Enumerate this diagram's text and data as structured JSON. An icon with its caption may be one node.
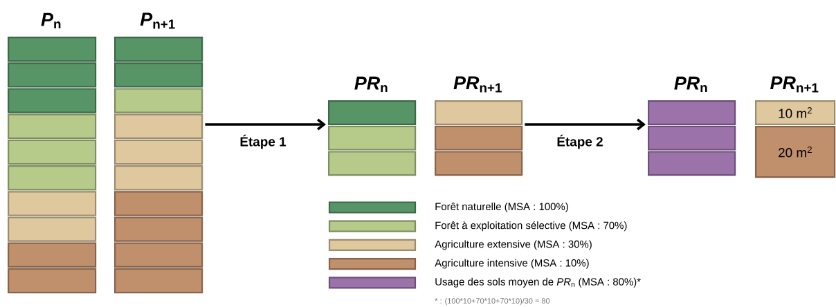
{
  "diagram": {
    "nodes": [
      {
        "text": [
          "*P*$_{n}$"
        ]
      },
      {
        "text": [],
        "shape": "box",
        "in": 0
      },
      {
        "text": [],
        "shape": "box",
        "in": 0
      },
      {
        "text": [],
        "shape": "box",
        "in": 0
      },
      {
        "text": [],
        "shape": "box",
        "in": 0
      },
      {
        "text": [],
        "shape": "box",
        "in": 0
      },
      {
        "text": [],
        "shape": "box",
        "in": 0
      },
      {
        "text": [],
        "shape": "box",
        "in": 0
      },
      {
        "text": [],
        "shape": "box",
        "in": 0
      },
      {
        "text": [],
        "shape": "box",
        "in": 0
      },
      {
        "text": [],
        "shape": "box",
        "in": 0
      },
      {
        "text": [
          "*P*$_{n+1}$"
        ]
      },
      {
        "text": [],
        "shape": "box",
        "in": 11
      },
      {
        "text": [],
        "shape": "box",
        "in": 11
      },
      {
        "text": [],
        "shape": "box",
        "in": 11
      },
      {
        "text": [],
        "shape": "box",
        "in": 11
      },
      {
        "text": [],
        "shape": "box",
        "in": 11
      },
      {
        "text": [],
        "shape": "box",
        "in": 11
      },
      {
        "text": [],
        "shape": "box",
        "in": 11
      },
      {
        "text": [],
        "shape": "box",
        "in": 11
      },
      {
        "text": [],
        "shape": "box",
        "in": 11
      },
      {
        "text": [],
        "shape": "box",
        "in": 11
      },
      {
        "text": [
          "*PR*$_{n}$"
        ]
      },
      {
        "text": [],
        "shape": "box",
        "in": 22
      },
      {
        "text": [],
        "shape": "box",
        "in": 22
      },
      {
        "text": [],
        "shape": "box",
        "in": 22
      },
      {
        "text": [
          "*PR*$_{n+1}$"
        ]
      },
      {
        "text": [],
        "shape": "box",
        "in": 26
      },
      {
        "text": [],
        "shape": "box",
        "in": 26
      },
      {
        "text": [],
        "shape": "box",
        "in": 26
      },
      {
        "text": [
          "*PR*$_{n}$"
        ]
      },
      {
        "text": [],
        "shape": "box",
        "in": 30
      },
      {
        "text": [],
        "shape": "box",
        "in": 30
      },
      {
        "text": [],
        "shape": "box",
        "in": 30
      },
      {
        "text": [
          "*PR*$_{n+1}$"
        ]
      },
      {
        "text": [
          "10 m$^{2}$"
        ],
        "in": 34
      },
      {
        "text": [
          "20 m$^{2}$"
        ],
        "in": 34
      }
    ],
    "edges": [
      {
        "from": 11,
        "to": 22,
        "arrow": "to",
        "label": "Étape 1"
      },
      {
        "from": 26,
        "to": 30,
        "arrow": "to",
        "label": "Étape 2"
      }
    ],
    "labels": [
      "* : (100*10+70*10+70*10)/30 = 80"
    ],
    "legend": [
      {
        "text": "Forêt naturelle (MSA : 100%)",
        "color": "#579567"
      },
      {
        "text": "Forêt à exploitation sélective (MSA : 70%)",
        "color": "#b6ca8a"
      },
      {
        "text": "Agriculture extensive (MSA : 30%)",
        "color": "#dfc89e"
      },
      {
        "text": "Agriculture intensive (MSA : 10%)",
        "color": "#c08f6c"
      },
      {
        "text": "Usage des sols moyen de *PR*$_{n}$ (MSA : 80%)*",
        "color": "#9c72aa"
      }
    ]
  }
}
